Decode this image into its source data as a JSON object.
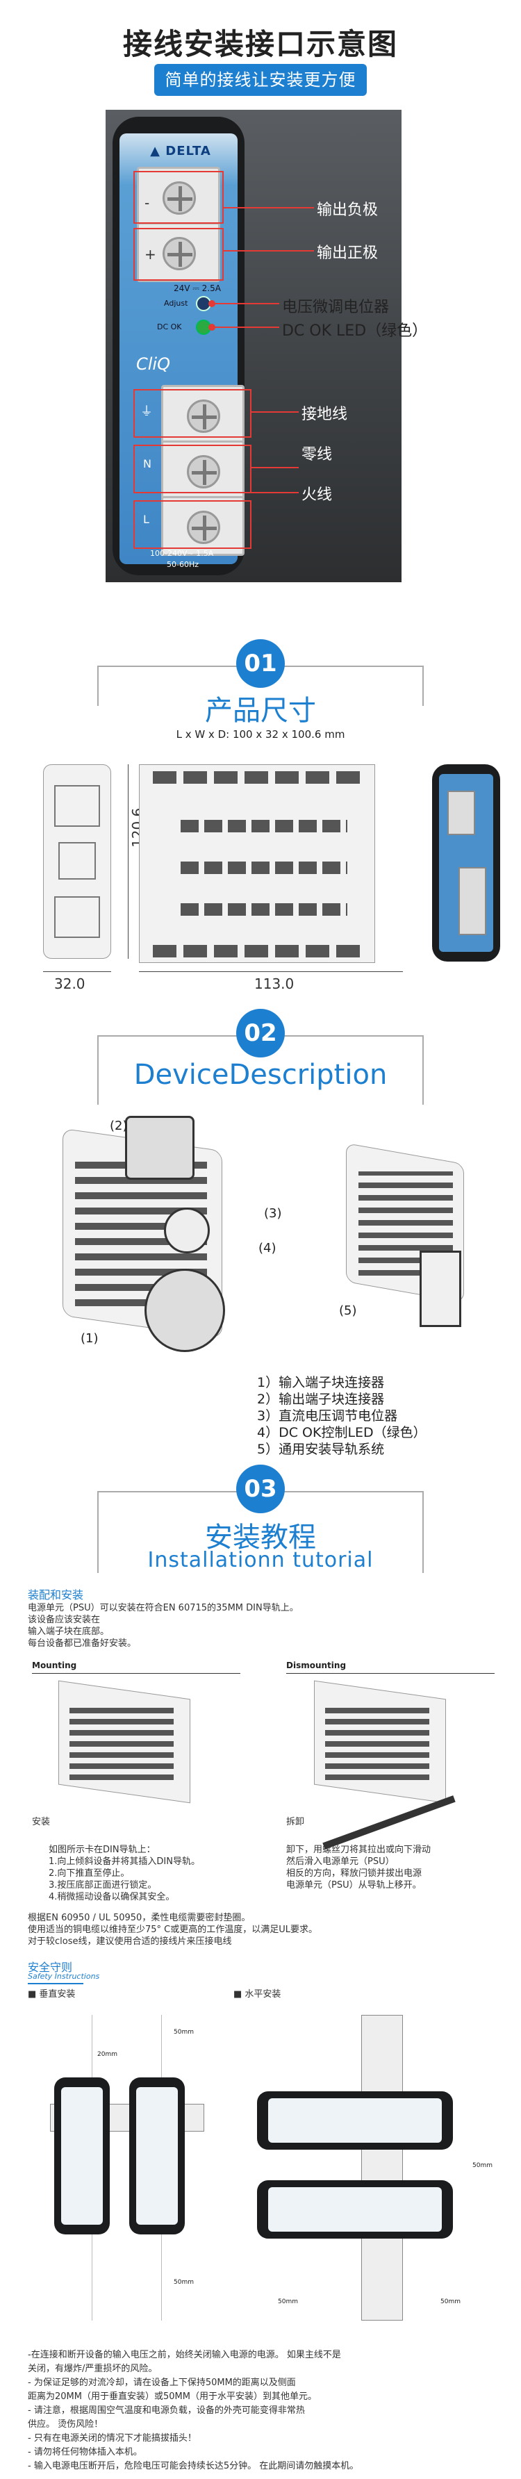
{
  "header": {
    "title": "接线安装接口示意图",
    "subtitle": "简单的接线让安装更方便"
  },
  "device": {
    "brand": "DELTA",
    "voltage": "24V ⎓ 2.5A",
    "adjust": "Adjust",
    "dcok": "DC OK",
    "model": "CliQ",
    "input_spec": "100-240V~ 1.5A",
    "freq": "50-60Hz",
    "terminal_top": [
      "-",
      "+"
    ],
    "terminal_bottom": [
      "⏚",
      "N",
      "L"
    ]
  },
  "callouts": [
    "输出负极",
    "输出正极",
    "电压微调电位器",
    "DC OK LED（绿色）",
    "接地线",
    "零线",
    "火线"
  ],
  "section1": {
    "num": "01",
    "title": "产品尺寸",
    "dims_text": "L x W x D: 100 x 32 x 100.6 mm",
    "dim_height": "120.6",
    "dim_width": "32.0",
    "dim_depth": "113.0"
  },
  "section2": {
    "num": "02",
    "title": "DeviceDescription",
    "markers": [
      "(2)",
      "(3)",
      "(4)",
      "(1)",
      "(5)"
    ],
    "list": [
      "1）输入端子块连接器",
      "2）输出端子块连接器",
      "3）直流电压调节电位器",
      "4）DC OK控制LED（绿色）",
      "5）通用安装导轨系统"
    ]
  },
  "section3": {
    "num": "03",
    "title": "安装教程",
    "subtitle": "Installationn tutorial",
    "assembly_head": "装配和安装",
    "assembly_text": [
      "电源单元（PSU）可以安装在符合EN 60715的35MM DIN导轨上。",
      "该设备应该安装在",
      "输入端子块在底部。",
      "每台设备都已准备好安装。"
    ],
    "mounting": "Mounting",
    "dismounting": "Dismounting",
    "install_caption": "安装",
    "remove_caption": "拆卸",
    "install_steps": [
      "如图所示卡在DIN导轨上：",
      "1.向上倾斜设备并将其插入DIN导轨。",
      "2.向下推直至停止。",
      "3.按压底部正面进行锁定。",
      "4.稍微摇动设备以确保其安全。"
    ],
    "remove_steps": [
      "卸下，用螺丝刀将其拉出或向下滑动",
      "然后滑入电源单元（PSU）",
      "相反的方向，释放闩锁并拔出电源",
      "电源单元（PSU）从导轨上移开。"
    ],
    "note_text": [
      "根据EN 60950 / UL 50950，柔性电缆需要密封垫圈。",
      "使用适当的铜电缆以维持至少75° C或更高的工作温度，以满足UL要求。",
      "对于较close线，建议使用合适的接线片来压接电线"
    ],
    "safety_head": "安全守则",
    "safety_sub": "Safety Instructions",
    "vertical": "■  垂直安装",
    "horizontal": "■  水平安装",
    "dims": [
      "20mm",
      "50mm",
      "50mm",
      "50mm",
      "50mm",
      "50mm"
    ],
    "rules": [
      "-在连接和断开设备的输入电压之前，始终关闭输入电源的电源。 如果主线不是",
      "关闭，有爆炸/严重损坏的风险。",
      "- 为保证足够的对流冷却，请在设备上下保持50MM的距离以及侧面",
      "距离为20MM（用于垂直安装）或50MM（用于水平安装）到其他单元。",
      "- 请注意，根据周围空气温度和电源负载，设备的外壳可能变得非常热",
      "供应。 烫伤风险！",
      "- 只有在电源关闭的情况下才能搞拔插头！",
      "- 请勿将任何物体插入本机。",
      "- 输入电源电压断开后，危险电压可能会持续长达5分钟。 在此期间请勿触摸本机。"
    ]
  }
}
